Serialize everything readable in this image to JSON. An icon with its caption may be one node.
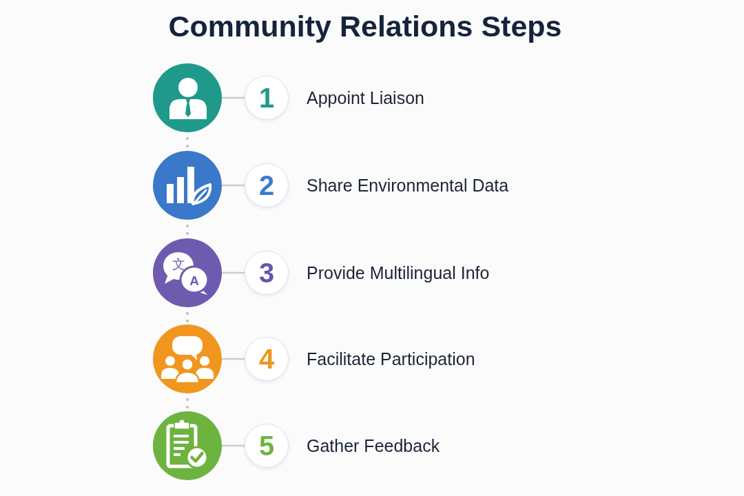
{
  "diagram": {
    "title": "Community Relations Steps",
    "nodes": [
      {
        "text": [],
        "shape": "circle"
      },
      {
        "text": [
          "1"
        ],
        "beside": [
          "Appoint Liaison"
        ]
      },
      {
        "text": [],
        "shape": "circle"
      },
      {
        "text": [
          "2"
        ],
        "beside": [
          "Share Environmental Data"
        ]
      },
      {
        "text": [],
        "shape": "circle"
      },
      {
        "text": [
          "3"
        ],
        "beside": [
          "Provide Multilingual Info"
        ]
      },
      {
        "text": [],
        "shape": "circle"
      },
      {
        "text": [
          "4"
        ],
        "beside": [
          "Facilitate Participation"
        ]
      },
      {
        "text": [],
        "shape": "circle"
      },
      {
        "text": [
          "5"
        ],
        "beside": [
          "Gather Feedback"
        ]
      }
    ],
    "edges": [
      {
        "from": 0,
        "to": 1,
        "arrow": "none"
      },
      {
        "from": 2,
        "to": 3,
        "arrow": "none"
      },
      {
        "from": 4,
        "to": 5,
        "arrow": "none"
      },
      {
        "from": 6,
        "to": 7,
        "arrow": "none"
      },
      {
        "from": 8,
        "to": 9,
        "arrow": "none"
      },
      {
        "from": 0,
        "to": 2,
        "arrow": "none",
        "style": "dashed"
      },
      {
        "from": 2,
        "to": 4,
        "arrow": "none",
        "style": "dashed"
      },
      {
        "from": 4,
        "to": 6,
        "arrow": "none",
        "style": "dashed"
      },
      {
        "from": 6,
        "to": 8,
        "arrow": "none",
        "style": "dashed"
      }
    ],
    "labels": [
      "文",
      "A"
    ]
  }
}
